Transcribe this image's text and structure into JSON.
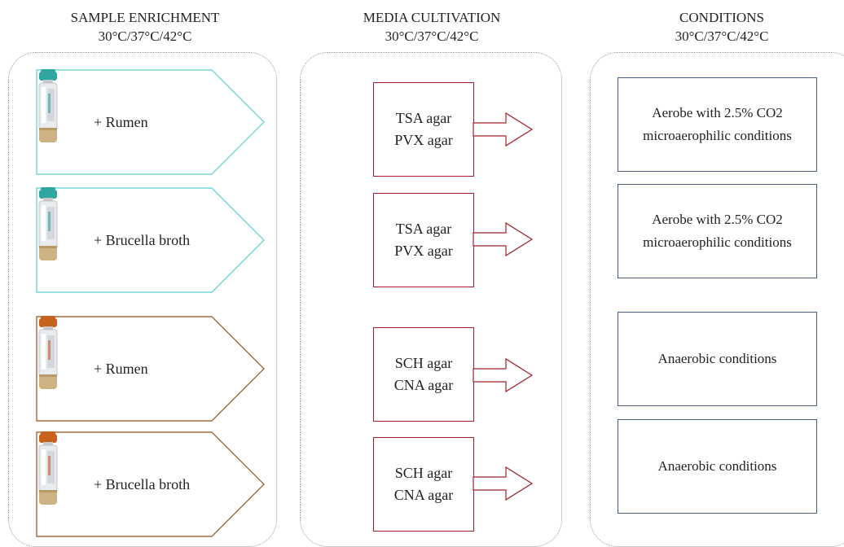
{
  "columns": {
    "enrichment": {
      "title": "SAMPLE ENRICHMENT",
      "temps": "30°C/37°C/42°C"
    },
    "cultivation": {
      "title": "MEDIA CULTIVATION",
      "temps": "30°C/37°C/42°C"
    },
    "conditions": {
      "title": "CONDITIONS",
      "temps": "30°C/37°C/42°C"
    }
  },
  "enrichment_items": [
    {
      "label": "+ Rumen",
      "cap_color": "#2fa7a0",
      "border_color": "#5ccfcf"
    },
    {
      "label": "+ Brucella broth",
      "cap_color": "#2fa7a0",
      "border_color": "#5ccfcf"
    },
    {
      "label": "+ Rumen",
      "cap_color": "#c7611e",
      "border_color": "#9a4e18"
    },
    {
      "label": "+ Brucella broth",
      "cap_color": "#c7611e",
      "border_color": "#9a4e18"
    }
  ],
  "media_items": [
    {
      "line1": "TSA agar",
      "line2": "PVX agar"
    },
    {
      "line1": "TSA agar",
      "line2": "PVX agar"
    },
    {
      "line1": "SCH agar",
      "line2": "CNA agar"
    },
    {
      "line1": "SCH agar",
      "line2": "CNA agar"
    }
  ],
  "condition_items": [
    {
      "line1": "Aerobe with 2.5% CO2",
      "line2": "microaerophilic conditions"
    },
    {
      "line1": "Aerobe with 2.5% CO2",
      "line2": "microaerophilic conditions"
    },
    {
      "line1": "Anaerobic conditions",
      "line2": ""
    },
    {
      "line1": "Anaerobic conditions",
      "line2": ""
    }
  ],
  "colors": {
    "media_border": "#a3202a",
    "condition_border": "#4a5a82",
    "panel_border": "#9a9a9a"
  }
}
